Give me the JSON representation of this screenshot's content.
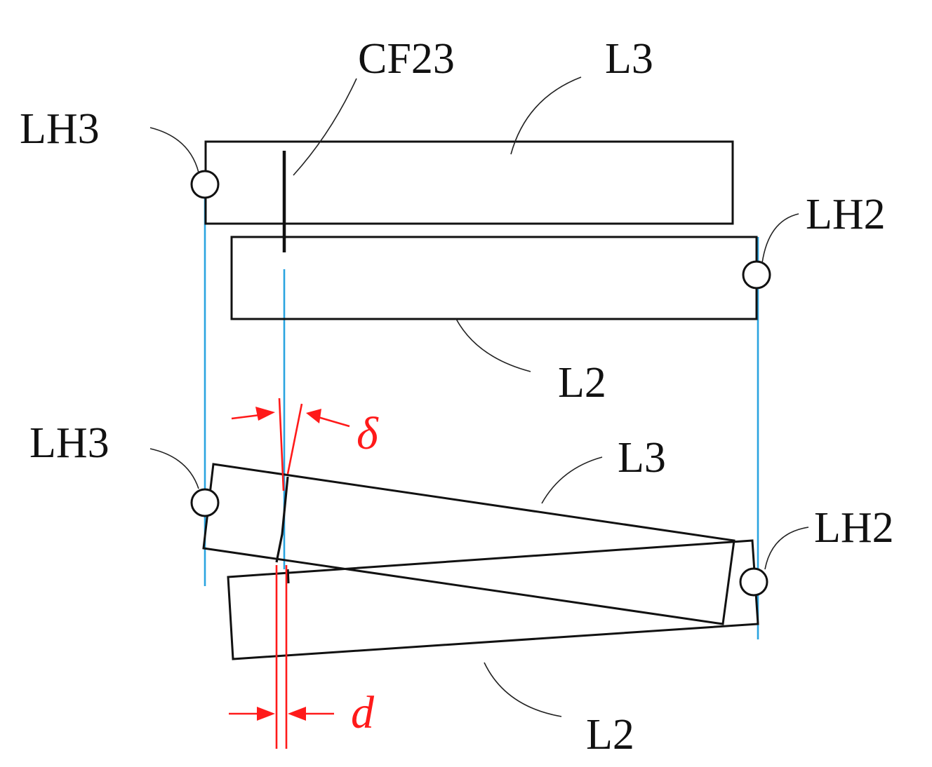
{
  "diagram": {
    "top_state": {
      "link_upper": "L3",
      "link_lower": "L2",
      "hinge_left": "LH3",
      "hinge_right": "LH2",
      "crack": "CF23"
    },
    "bottom_state": {
      "link_upper": "L3",
      "link_lower": "L2",
      "hinge_left": "LH3",
      "hinge_right": "LH2",
      "rotation_symbol": "δ",
      "gap_symbol": "d"
    },
    "colors": {
      "outline": "#111111",
      "guide_lines": "#2aa4e0",
      "annotation": "#ff1a1a"
    }
  }
}
